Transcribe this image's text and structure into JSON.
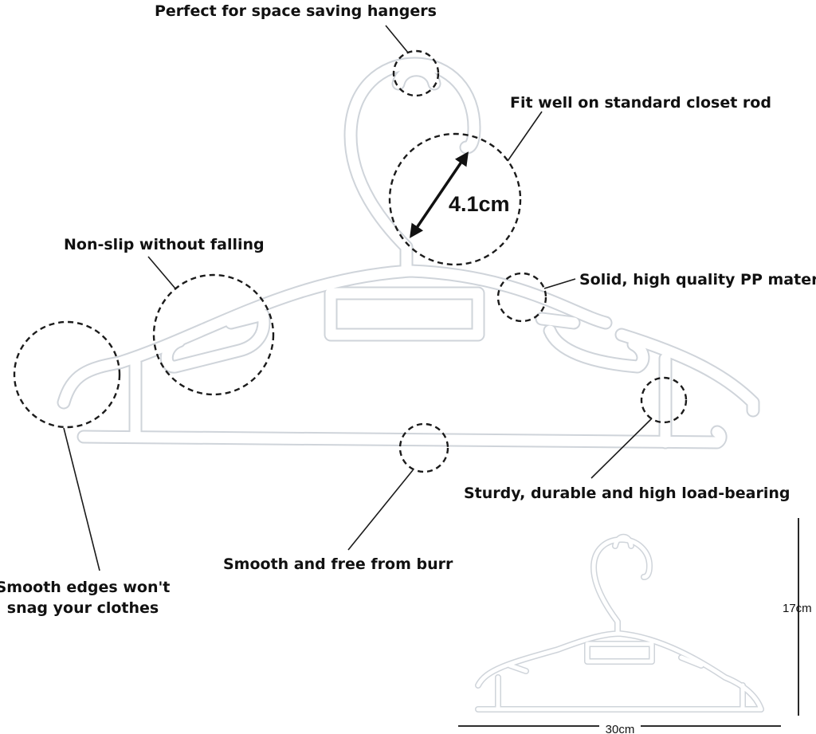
{
  "callouts": {
    "space_saving": "Perfect for space saving hangers",
    "closet_rod": "Fit well on standard closet rod",
    "non_slip": "Non-slip without falling",
    "pp_material": "Solid, high quality PP material",
    "sturdy": "Sturdy, durable and high load-bearing",
    "smooth_burr": "Smooth and free from burr",
    "smooth_edges_line1": "Smooth edges won't",
    "smooth_edges_line2": "snag your clothes"
  },
  "measurements": {
    "hook_opening": "4.1cm",
    "height": "17cm",
    "width": "30cm"
  },
  "colors": {
    "hanger_fill": "#ffffff",
    "hanger_edge": "#cfd4da",
    "ink": "#111111"
  }
}
